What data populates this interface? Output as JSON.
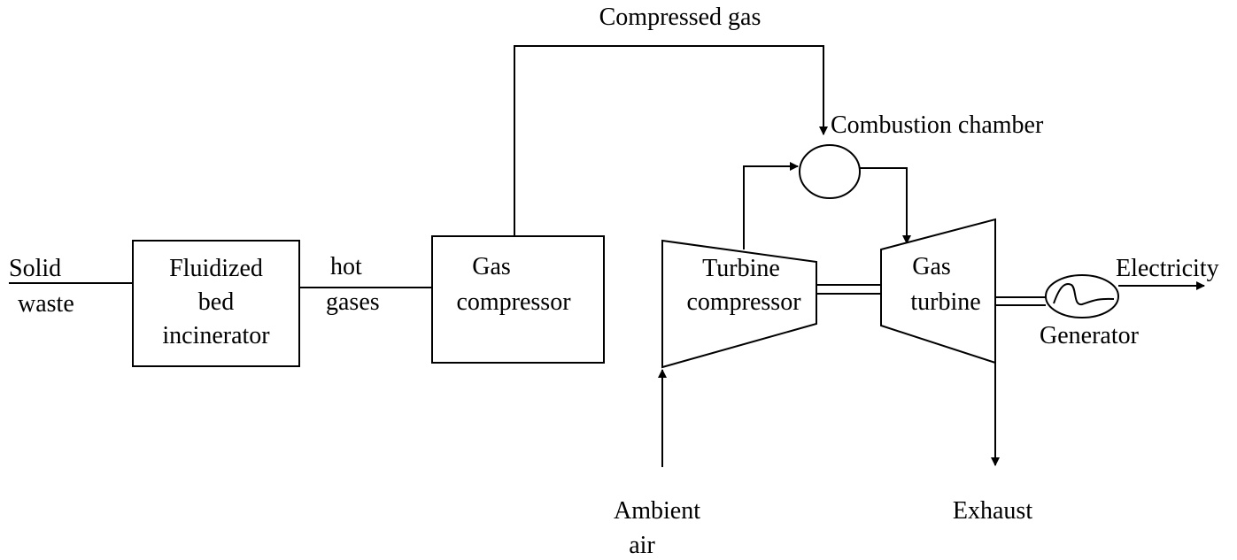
{
  "labels": {
    "solid_waste": [
      "Solid",
      "waste"
    ],
    "incinerator": [
      "Fluidized",
      "bed",
      "incinerator"
    ],
    "hot_gases": [
      "hot",
      "gases"
    ],
    "gas_compressor": [
      "Gas",
      "compressor"
    ],
    "compressed_gas": "Compressed gas",
    "combustion_chamber": "Combustion chamber",
    "turbine_compressor": [
      "Turbine",
      "compressor"
    ],
    "gas_turbine": [
      "Gas",
      "turbine"
    ],
    "electricity": "Electricity",
    "generator": "Generator",
    "ambient_air": [
      "Ambient",
      "air"
    ],
    "exhaust": "Exhaust"
  }
}
